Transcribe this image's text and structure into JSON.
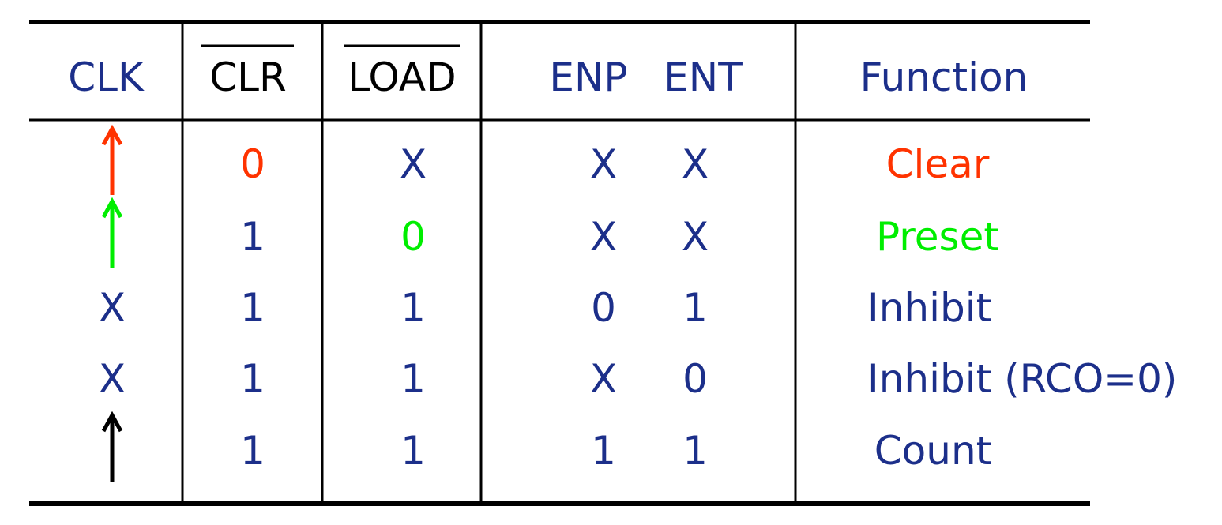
{
  "colors": {
    "blue": "#1c2f8a",
    "black": "#000000",
    "red": "#ff3300",
    "green": "#00ee00"
  },
  "headers": {
    "clk": "CLK",
    "clr": "CLR",
    "load": "LOAD",
    "enp": "ENP",
    "ent": "ENT",
    "function": "Function"
  },
  "rows": [
    {
      "clk": "↑",
      "clk_color": "red",
      "clr": "0",
      "clr_color": "red",
      "load": "X",
      "load_color": "blue",
      "enp": "X",
      "ent": "X",
      "function": "Clear",
      "function_color": "red"
    },
    {
      "clk": "↑",
      "clk_color": "green",
      "clr": "1",
      "clr_color": "blue",
      "load": "0",
      "load_color": "green",
      "enp": "X",
      "ent": "X",
      "function": "Preset",
      "function_color": "green"
    },
    {
      "clk": "X",
      "clk_color": "blue",
      "clr": "1",
      "clr_color": "blue",
      "load": "1",
      "load_color": "blue",
      "enp": "0",
      "ent": "1",
      "function": "Inhibit",
      "function_color": "blue"
    },
    {
      "clk": "X",
      "clk_color": "blue",
      "clr": "1",
      "clr_color": "blue",
      "load": "1",
      "load_color": "blue",
      "enp": "X",
      "ent": "0",
      "function": "Inhibit (RCO=0)",
      "function_color": "blue"
    },
    {
      "clk": "↑",
      "clk_color": "black",
      "clr": "1",
      "clr_color": "blue",
      "load": "1",
      "load_color": "blue",
      "enp": "1",
      "ent": "1",
      "function": "Count",
      "function_color": "blue"
    }
  ]
}
